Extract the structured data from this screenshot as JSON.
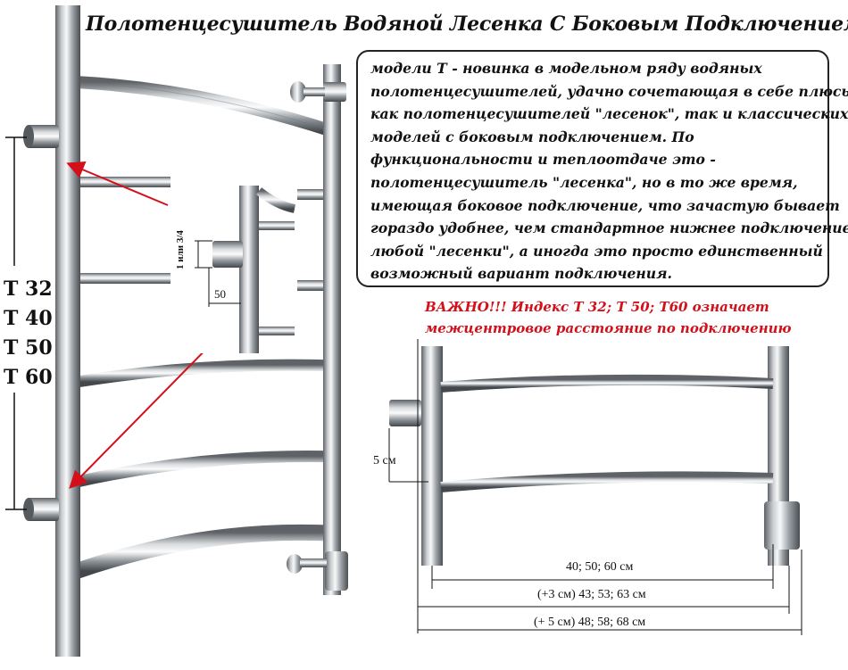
{
  "title": "Полотенцесушитель Водяной Лесенка С Боковым Подключением",
  "description_lines": [
    "модели Т - новинка в модельном ряду водяных",
    "полотенцесушителей, удачно сочетающая в себе плюсы",
    "как полотенцесушителей \"лесенок\", так и классических",
    "моделей с боковым подключением. По",
    "функциональности и теплоотдаче это -",
    "полотенцесушитель \"лесенка\", но в то же время,",
    "имеющая боковое подключение, что зачастую бывает",
    "гораздо удобнее, чем стандартное нижнее подключение",
    "любой \"лесенки\", а иногда это просто единственный",
    "возможный вариант подключения."
  ],
  "important_lines": [
    "ВАЖНО!!! Индекс Т 32; Т 50; Т60 означает",
    "межцентровое расстояние по подключению"
  ],
  "models": [
    "Т 32",
    "Т 40",
    "Т 50",
    "Т 60"
  ],
  "inset": {
    "thread_label": "1 или 3/4",
    "offset_label": "50"
  },
  "dimensions": {
    "side_offset": "5 см",
    "width_inner": "40; 50; 60 см",
    "width_plus3": "(+3 см) 43; 53; 63 см",
    "width_plus5": "(+ 5 см) 48; 58; 68 см"
  },
  "colors": {
    "arrow": "#d3101a",
    "important_text": "#d3101a",
    "metal_light": "#f2f4f5",
    "metal_dark": "#6d7277"
  }
}
